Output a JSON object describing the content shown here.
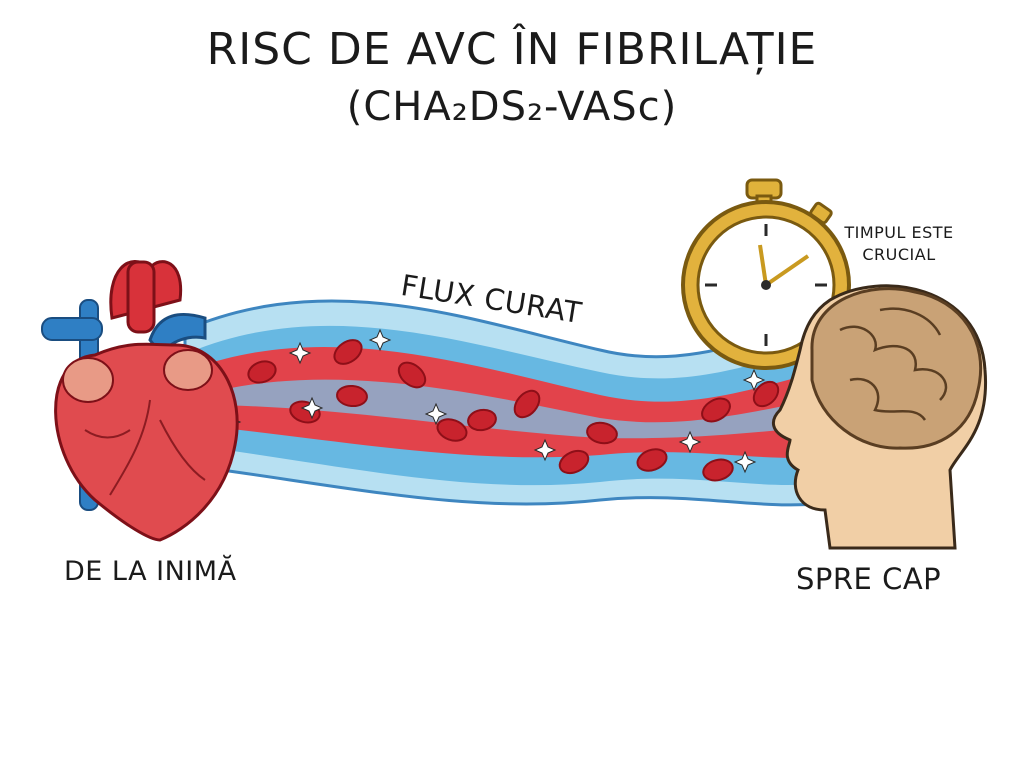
{
  "title": {
    "main": "RISC DE AVC ÎN FIBRILAȚIE",
    "sub": "(CHA₂DS₂-VASc)"
  },
  "labels": {
    "heart": "DE LA INIMĂ",
    "flow": "FLUX CURAT",
    "time_line1": "TIMPUL ESTE",
    "time_line2": "CRUCIAL",
    "head": "SPRE CAP"
  },
  "icons": [
    "heart-icon",
    "blood-vessel",
    "stopwatch-icon",
    "head-brain-icon"
  ],
  "colors": {
    "blood": "#d8323a",
    "vessel": "#5bb3dd",
    "vein": "#2f7fc4",
    "gold": "#d9a62a",
    "skin": "#f1cfa6",
    "brain": "#c9a276"
  }
}
